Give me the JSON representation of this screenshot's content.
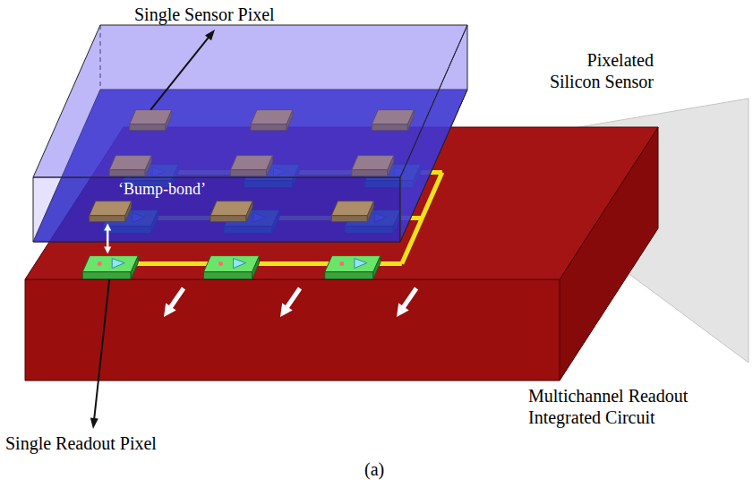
{
  "diagram": {
    "caption": "(a)",
    "labels": [
      "Single Sensor Pixel",
      "Pixelated Silicon Sensor",
      "‘Bump-bond’",
      "Single Readout Pixel",
      "Multichannel Readout Integrated Circuit"
    ]
  }
}
